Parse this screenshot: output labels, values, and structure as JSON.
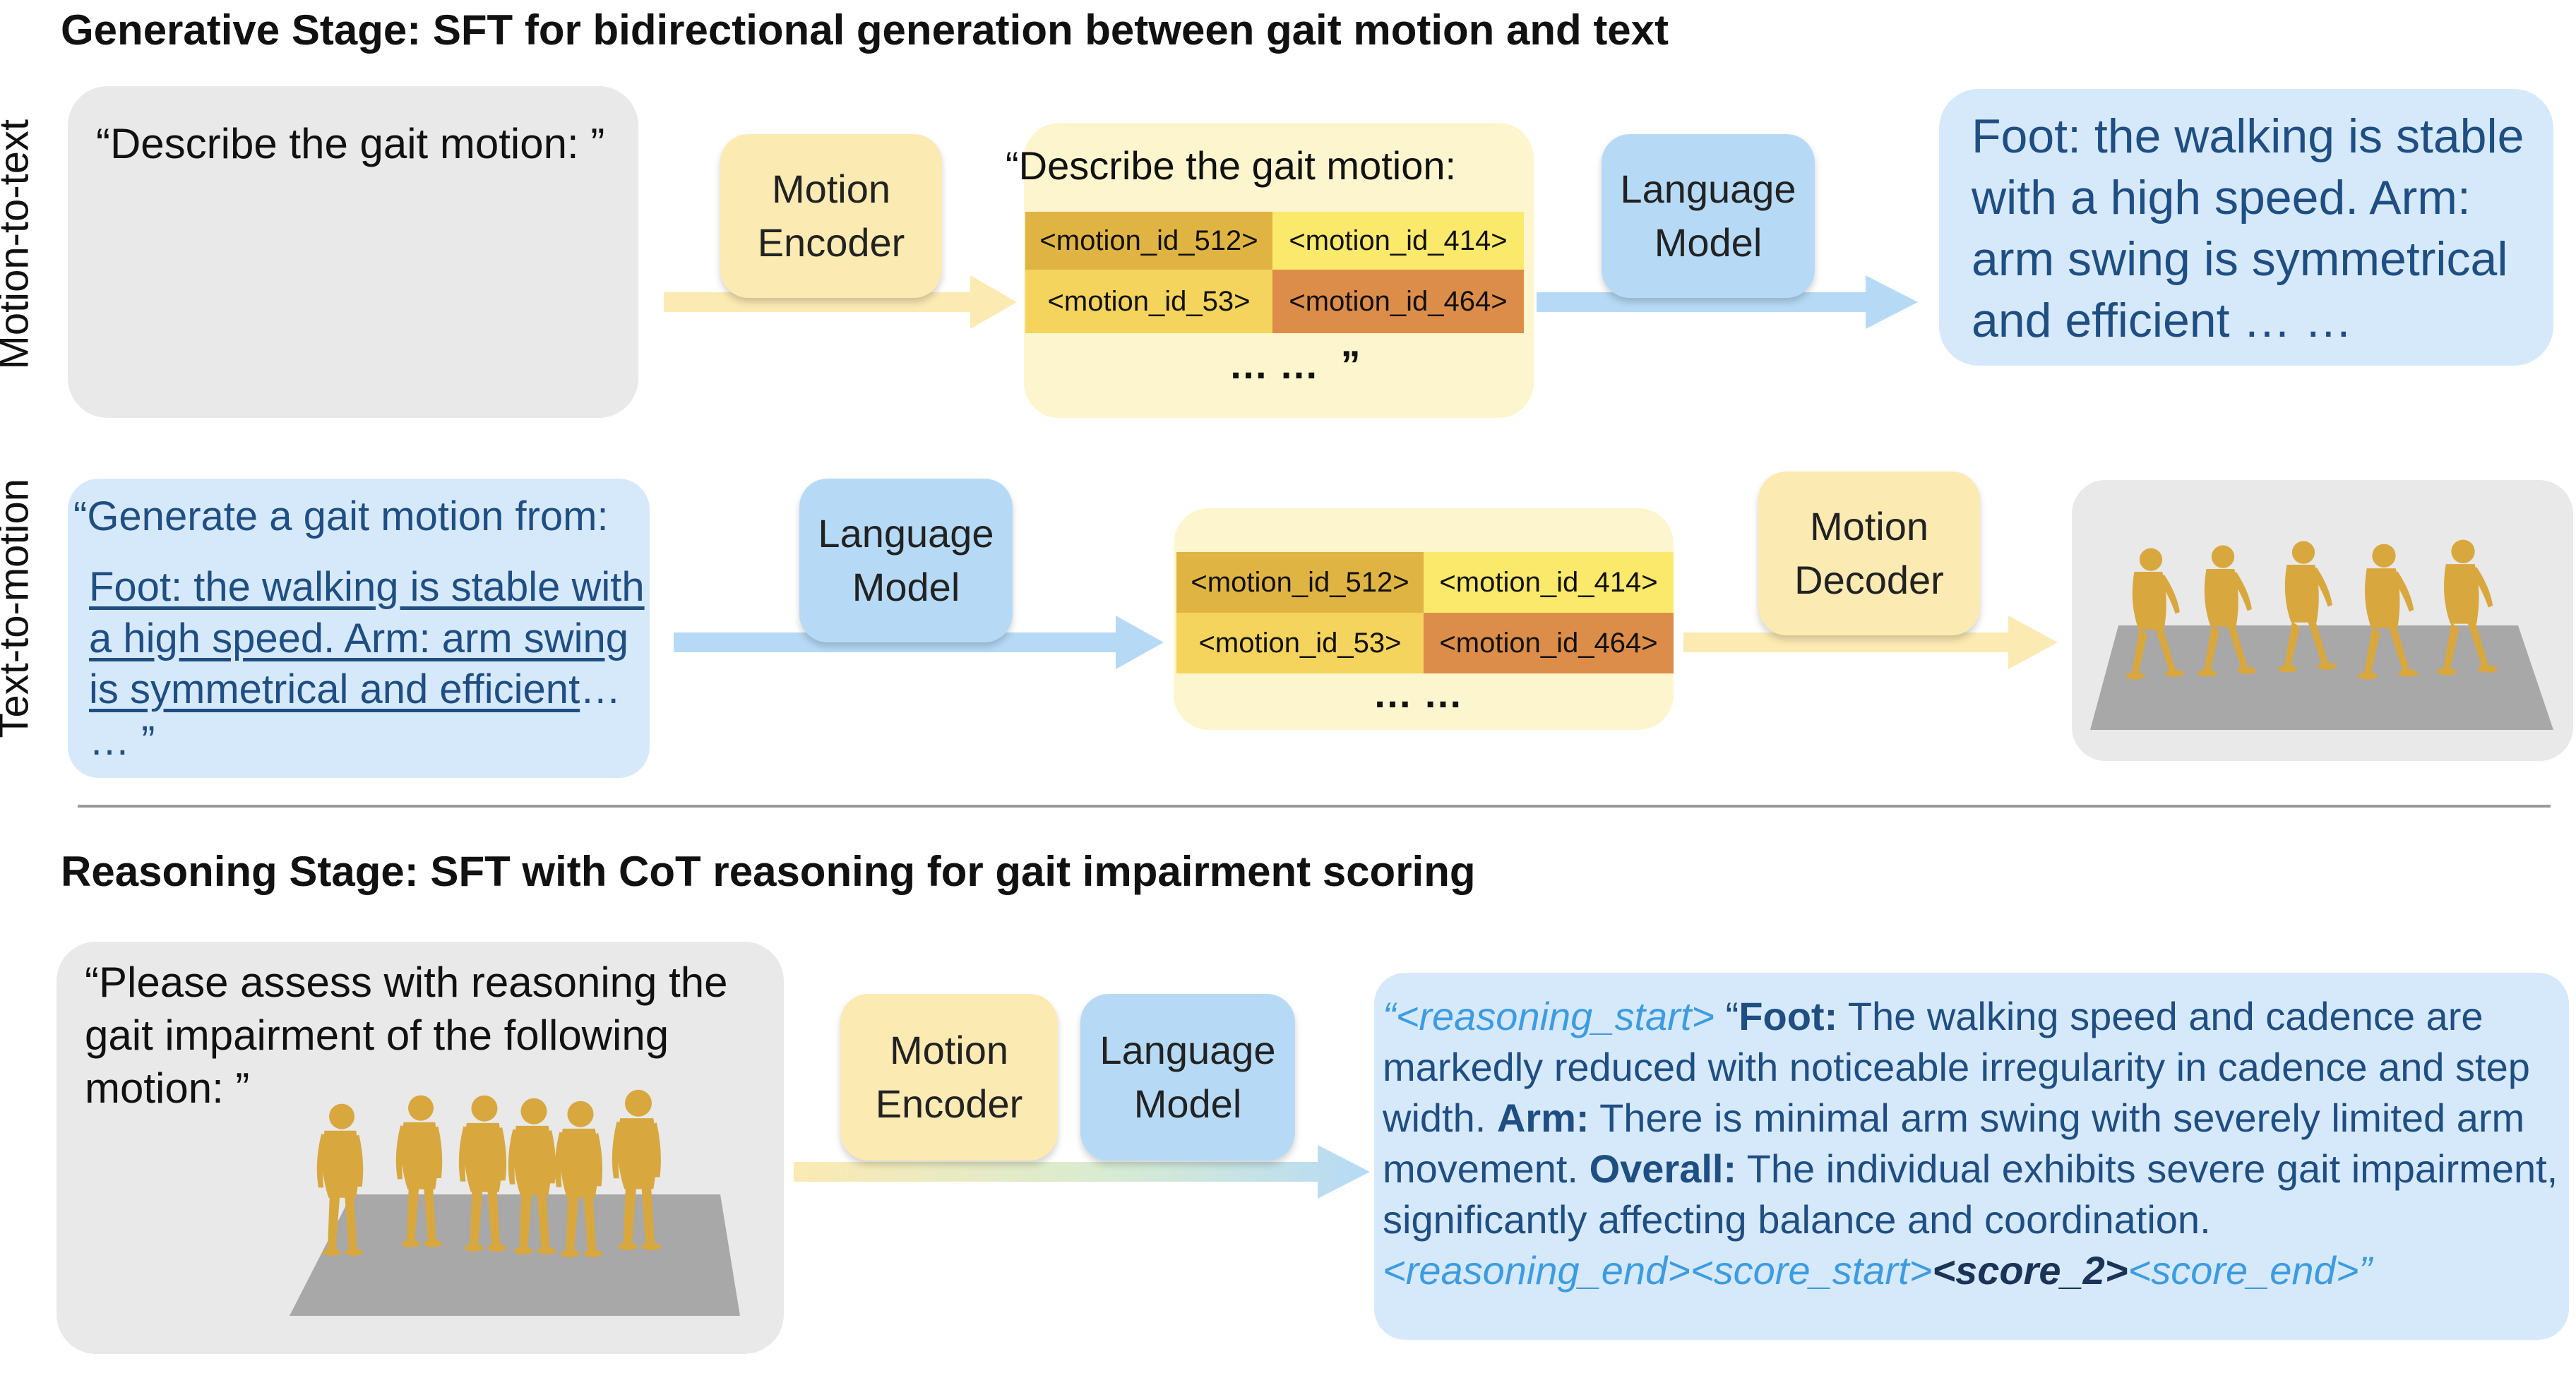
{
  "headings": {
    "generative": "Generative Stage:    SFT for bidirectional generation between gait motion and text",
    "reasoning": "Reasoning  Stage:    SFT with CoT reasoning for gait impairment scoring"
  },
  "row_labels": {
    "motion_to_text": "Motion-to-text",
    "text_to_motion": "Text-to-motion"
  },
  "modules": {
    "motion_encoder": [
      "Motion",
      "Encoder"
    ],
    "language_model": [
      "Language",
      "Model"
    ],
    "motion_decoder": [
      "Motion",
      "Decoder"
    ]
  },
  "tokens": {
    "t512": "<motion_id_512>",
    "t414": "<motion_id_414>",
    "t53": "<motion_id_53>",
    "t464": "<motion_id_464>",
    "ellipsis_quote": "… …  ”",
    "ellipsis": "… …"
  },
  "m2t": {
    "prompt": "“Describe the gait motion: ”",
    "token_prompt": "“Describe the gait motion:",
    "output": "Foot: the walking is stable with a high speed. Arm: arm swing is symmetrical and efficient … …"
  },
  "t2m": {
    "prompt_line1": "“Generate a gait motion from:",
    "prompt_body": "Foot: the walking is stable with a high speed. Arm: arm swing is symmetrical and efficient",
    "prompt_tail": "… … ”"
  },
  "reasoning": {
    "prompt": "“Please assess with reasoning the gait impairment of the following motion: ”",
    "open_quote": "“",
    "reasoning_start": "<reasoning_start>",
    "quote2": " “",
    "foot_label": "Foot:",
    "foot_text": " The walking speed and cadence are markedly reduced with noticeable irregularity in cadence and step width. ",
    "arm_label": "Arm:",
    "arm_text": " There is minimal arm swing with severely limited arm movement. ",
    "overall_label": "Overall:",
    "overall_text": " The individual exhibits severe gait impairment, significantly affecting balance and coordination.",
    "tail_tokens": "<reasoning_end><score_start>",
    "score": "<score_2>",
    "score_end": "<score_end>”"
  },
  "colors": {
    "yellow_box": "#fbeab2",
    "blue_box": "#b6daf6",
    "token_panel": "#fdf5cd",
    "token_dark": "#e0b443",
    "token_yellow": "#fae96b",
    "token_light": "#f4d45c",
    "token_orange": "#dd8d4a",
    "text_blue": "#1f4e82",
    "hint_blue": "#3d9ce0"
  }
}
